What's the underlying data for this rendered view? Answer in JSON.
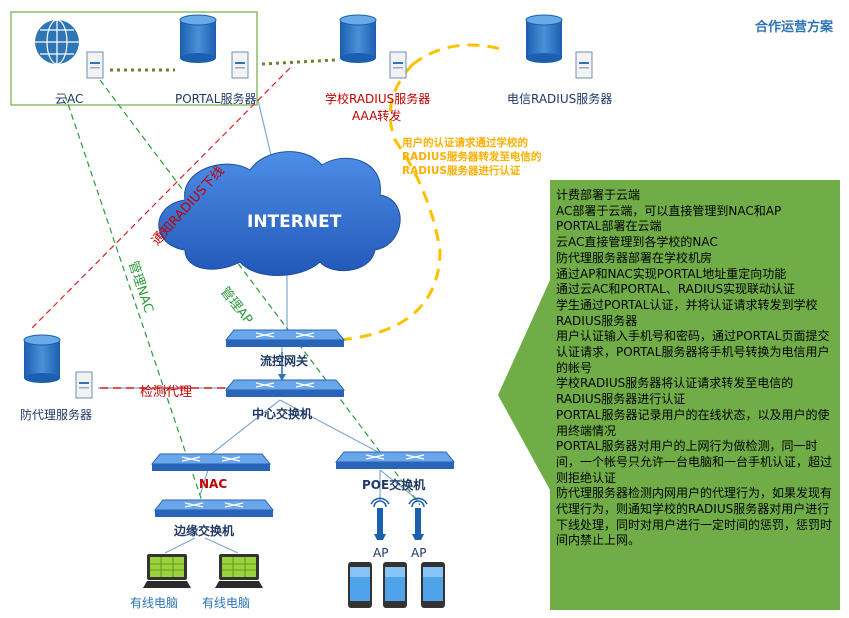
{
  "header": {
    "title": "合作运营方案"
  },
  "nodes": {
    "cloud_ac": "云AC",
    "portal_server": "PORTAL服务器",
    "school_radius": "学校RADIUS服务器",
    "aaa_forward": "AAA转发",
    "telecom_radius": "电信RADIUS服务器",
    "internet": "INTERNET",
    "flow_gateway": "流控网关",
    "core_switch": "中心交换机",
    "nac": "NAC",
    "edge_switch": "边缘交换机",
    "poe_switch": "POE交换机",
    "proxy_server": "防代理服务器",
    "ap1": "AP",
    "ap2": "AP",
    "pc1": "有线电脑",
    "pc2": "有线电脑"
  },
  "links": {
    "notify_radius_offline": "通知RADIUS下线",
    "manage_nac": "管理NAC",
    "manage_ap": "管理AP",
    "probe_proxy": "检测代理"
  },
  "note": {
    "auth_forward": "用户的认证请求通过学校的RADIUS服务器转发至电信的RADIUS服务器进行认证"
  },
  "info_panel": {
    "items": [
      "计费部署于云端",
      "AC部署于云端，可以直接管理到NAC和AP",
      "PORTAL部署在云端",
      "云AC直接管理到各学校的NAC",
      "防代理服务器部署在学校机房",
      "通过AP和NAC实现PORTAL地址重定向功能",
      "通过云AC和PORTAL、RADIUS实现联动认证",
      "学生通过PORTAL认证，并将认证请求转发到学校RADIUS服务器",
      "用户认证输入手机号和密码，通过PORTAL页面提交认证请求，PORTAL服务器将手机号转换为电信用户的帐号",
      "学校RADIUS服务器将认证请求转发至电信的RADIUS服务器进行认证",
      "PORTAL服务器记录用户的在线状态，以及用户的使用终端情况",
      "PORTAL服务器对用户的上网行为做检测，同一时间，一个帐号只允许一台电脑和一台手机认证，超过则拒绝认证",
      "防代理服务器检测内网用户的代理行为，如果发现有代理行为，则通知学校的RADIUS服务器对用户进行下线处理，同时对用户进行一定时间的惩罚，惩罚时间内禁止上网。"
    ]
  },
  "colors": {
    "accent_blue": "#2e75b6",
    "node_label": "#1f3864",
    "alert_red": "#c00000",
    "link_green": "#2e9a3e",
    "note_yellow": "#ffb000",
    "panel_green": "#70ad47",
    "cloud_blue": "#2f6fd6"
  }
}
